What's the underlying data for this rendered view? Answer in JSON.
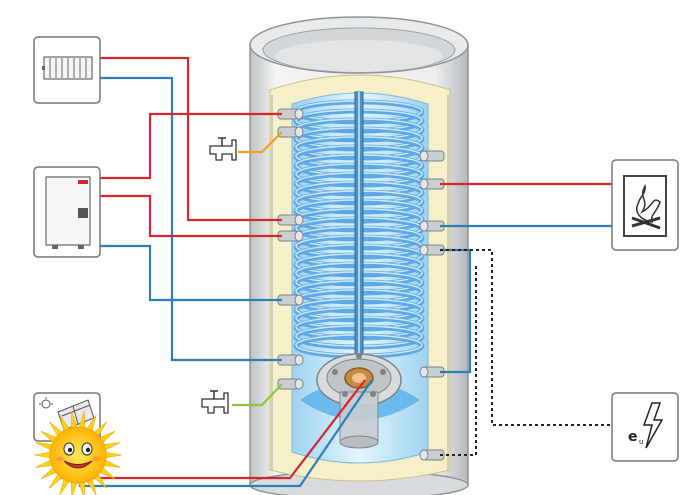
{
  "title": "",
  "labels": {
    "electric_heater_symbol": "e"
  },
  "colors": {
    "hot_line": "#d6262f",
    "cold_line": "#2f7fb7",
    "tap_line_hot": "#f0a020",
    "tap_line_cold": "#8cc63f",
    "coil": "#5fa8e6",
    "insulation": "#f5efc8",
    "tank_shell": "#e6e6e6",
    "sun": "#ffcc00"
  },
  "components": [
    {
      "id": "radiator",
      "icon": "radiator-icon"
    },
    {
      "id": "boiler",
      "icon": "boiler-icon"
    },
    {
      "id": "solar-panel",
      "icon": "solar-panel-icon"
    },
    {
      "id": "solid-fuel-stove",
      "icon": "fire-icon"
    },
    {
      "id": "electric-heater",
      "icon": "lightning-icon"
    },
    {
      "id": "hot-water-tap",
      "icon": "tap-icon"
    },
    {
      "id": "cold-water-inlet",
      "icon": "tap-icon"
    },
    {
      "id": "storage-tank",
      "icon": "tank-icon"
    },
    {
      "id": "sun",
      "icon": "sun-icon"
    }
  ]
}
